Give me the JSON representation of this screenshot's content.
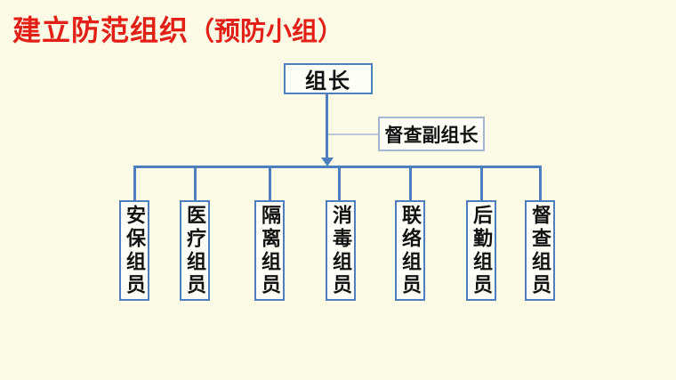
{
  "slide": {
    "background_color": "#fdfbe6",
    "title": {
      "main": "建立防范组织",
      "paren": "（预防小组）",
      "color": "#e32017"
    },
    "org_chart": {
      "type": "org-tree",
      "line_color": "#4d7ebd",
      "leader": {
        "label": "组长"
      },
      "deputy": {
        "label": "督查副组长"
      },
      "members": [
        {
          "label": "安保组员"
        },
        {
          "label": "医疗组员"
        },
        {
          "label": "隔离组员"
        },
        {
          "label": "消毒组员"
        },
        {
          "label": "联络组员"
        },
        {
          "label": "后勤组员"
        },
        {
          "label": "督查组员"
        }
      ]
    }
  }
}
